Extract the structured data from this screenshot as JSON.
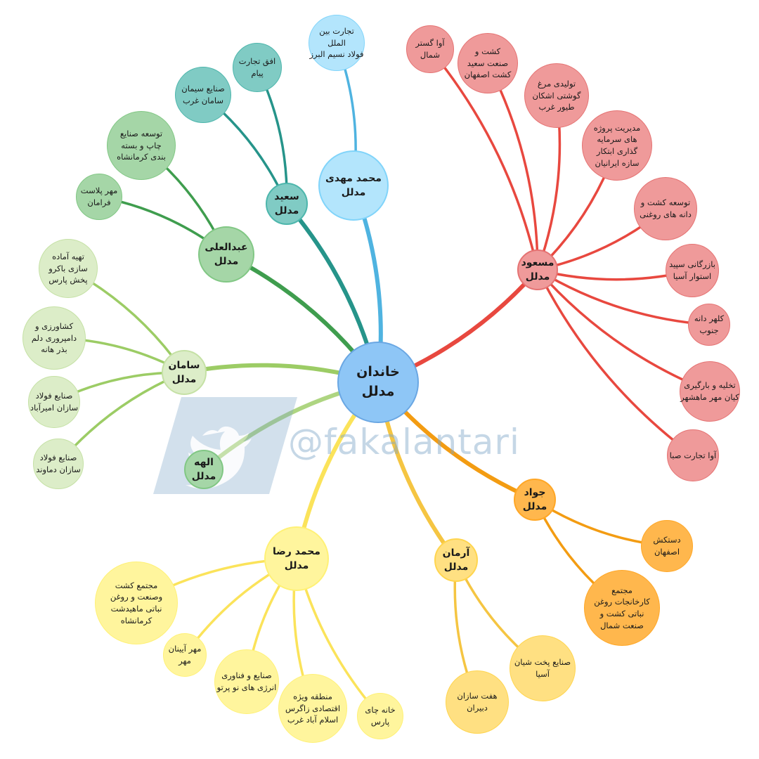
{
  "watermark": "@fakalantari",
  "root": {
    "label": "خاندان مدلل",
    "color": "#8ec6f6",
    "border": "#6aa7e3"
  },
  "branches": [
    {
      "label": "مسعود مدلل",
      "color": "#ef9a9a",
      "border": "#e57373",
      "line": "#e8483f",
      "leaves": [
        "آوا گستر\nشمال",
        "کشت و\nصنعت سعید\nکشت اصفهان",
        "تولیدی مرغ\nگوشتی اشکان\nطیور غرب",
        "مدیریت پروژه\nهای سرمایه\nگذاری ابتکار\nسازه ایرانیان",
        "توسعه کشت و\nدانه های روغنی",
        "بازرگانی سپید\nاستوار آسیا",
        "کلهر دانه\nجنوب",
        "تخلیه و بارگیری\nکیان مهر ماهشهر",
        "آوا تجارت صبا"
      ]
    },
    {
      "label": "محمد مهدی مدلل",
      "color": "#b3e5fc",
      "border": "#81d4fa",
      "line": "#4fb3e0",
      "leaves": [
        "تجارت بین الملل\nفولاد نسیم البرز"
      ]
    },
    {
      "label": "سعید مدلل",
      "color": "#80cbc4",
      "border": "#4db6ac",
      "line": "#26948a",
      "leaves": [
        "افق تجارت پیام",
        "صنایع سیمان\nسامان غرب"
      ]
    },
    {
      "label": "عبدالعلی مدلل",
      "color": "#a5d6a7",
      "border": "#81c784",
      "line": "#3f9d4e",
      "leaves": [
        "توسعه صنایع\nچاپ و بسته\nبندی کرمانشاه",
        "مهر پلاست\nفرامان"
      ]
    },
    {
      "label": "سامان مدلل",
      "color": "#dcedc8",
      "border": "#c5e1a5",
      "line": "#9ccc65",
      "leaves": [
        "تهیه آماده\nسازی باکرو\nپخش پارس",
        "کشاورزی و\nدامپروری دلم\nبذر هانه",
        "صنایع فولاد\nسازان امیرآباد",
        "صنایع فولاد\nسازان دماوند"
      ]
    },
    {
      "label": "الهه مدلل",
      "color": "#a5d6a7",
      "border": "#81c784",
      "line": "#aed581",
      "leaves": []
    },
    {
      "label": "محمد رضا مدلل",
      "color": "#fff59d",
      "border": "#fff176",
      "line": "#fbe35a",
      "leaves": [
        "مجتمع کشت\nوصنعت و روغن\nنباتی ماهیدشت\nکرمانشاه",
        "مهر آیینان مهر",
        "صنایع و فناوری\nانرژی های نو پرتو",
        "منطقه ویژه\nاقتصادی زاگرس\nاسلام آباد غرب",
        "خانه چای پارس"
      ]
    },
    {
      "label": "آرمان مدلل",
      "color": "#ffe082",
      "border": "#ffd54f",
      "line": "#f5c542",
      "leaves": [
        "صنایع پخت شیان آسیا",
        "هفت سازان دبیران"
      ]
    },
    {
      "label": "جواد مدلل",
      "color": "#ffb74d",
      "border": "#ffa726",
      "line": "#f39c12",
      "leaves": [
        "دستکش اصفهان",
        "مجتمع\nکارخانجات روغن\nنباتی کشت و\nصنعت شمال"
      ]
    }
  ]
}
